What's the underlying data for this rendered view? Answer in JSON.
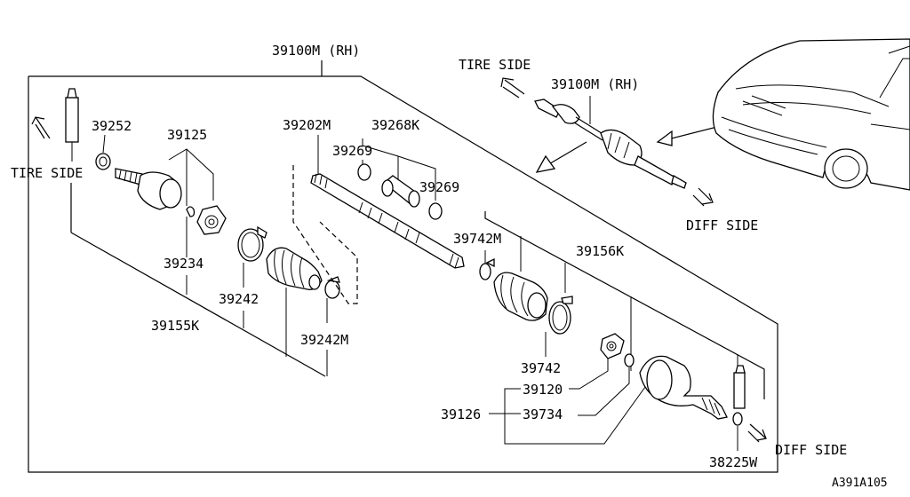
{
  "callouts": {
    "main_assembly": "39100M (RH)",
    "inset_assembly": "39100M (RH)",
    "p39252": "39252",
    "p39125": "39125",
    "p39202M": "39202M",
    "p39268K": "39268K",
    "p39269_top": "39269",
    "p39269_right": "39269",
    "p39234": "39234",
    "p39742M": "39742M",
    "p39156K": "39156K",
    "p39242": "39242",
    "p39155K": "39155K",
    "p39242M": "39242M",
    "p39742": "39742",
    "p39120": "39120",
    "p39126": "39126",
    "p39734": "39734",
    "p38225W": "38225W"
  },
  "directions": {
    "tire_side_left": "TIRE SIDE",
    "tire_side_inset": "TIRE SIDE",
    "diff_side_inset": "DIFF SIDE",
    "diff_side_bottom": "DIFF SIDE"
  },
  "diagram_code": "A391A105"
}
